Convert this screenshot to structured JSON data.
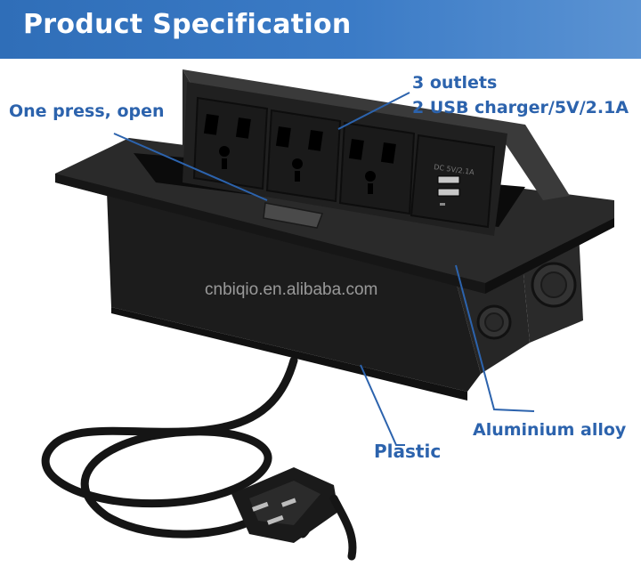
{
  "banner": {
    "title": "Product Specification"
  },
  "callouts": {
    "one_press": "One press, open",
    "outlets_line1": "3  outlets",
    "outlets_line2": "2 USB charger/5V/2.1A",
    "aluminium": "Aluminium alloy",
    "plastic": "Plastic"
  },
  "usb_module": {
    "rating": "DC 5V/2.1A"
  },
  "watermark": "cnbiqio.en.alibaba.com",
  "colors": {
    "banner": "#2f6eb8",
    "callout_text": "#2c63ad",
    "product_body": "#1e1e1e"
  }
}
